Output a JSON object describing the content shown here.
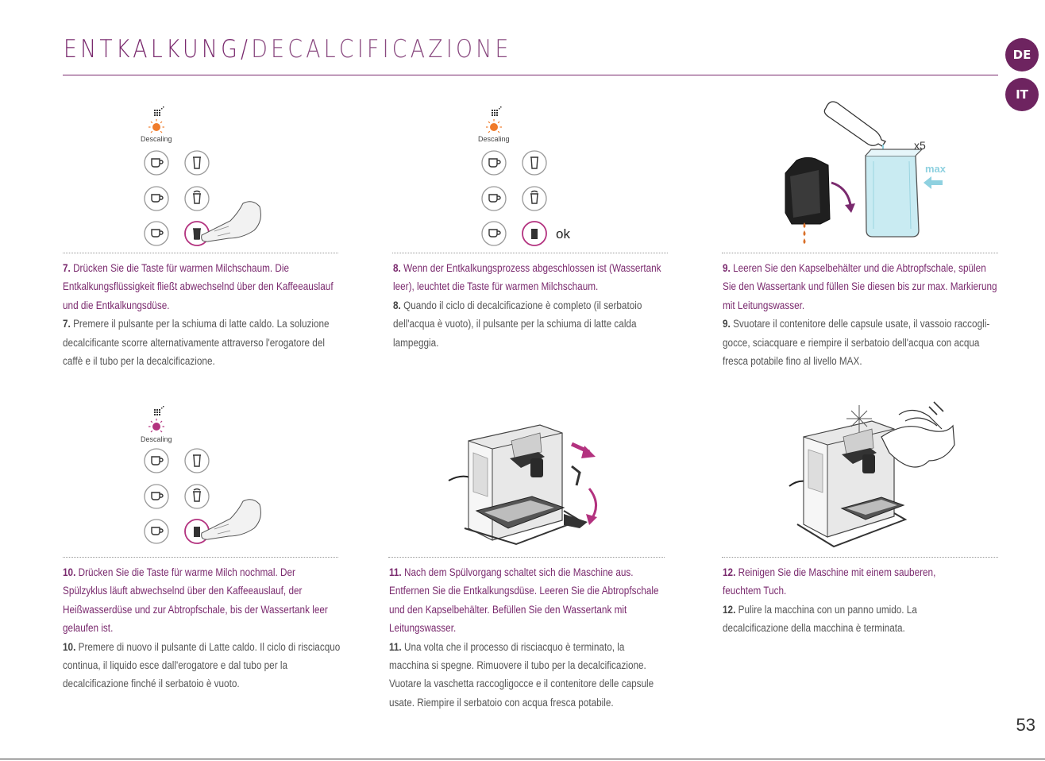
{
  "header": {
    "title_de": "ENTKALKUNG/",
    "title_it": "DECALCIFICAZIONE"
  },
  "lang_tabs": [
    "DE",
    "IT"
  ],
  "page_number": "53",
  "colors": {
    "brand": "#7a2a6e",
    "orange": "#f07b2a",
    "magenta": "#b3327f",
    "water": "#c9ebf2"
  },
  "control_panel": {
    "label": "Descaling",
    "ok_label": "ok"
  },
  "tank": {
    "repeat": "x5",
    "max": "max"
  },
  "steps": [
    {
      "num_de": "7.",
      "text_de": "Drücken Sie die Taste für warmen Milchschaum. Die Entkalkungsflüssigkeit fließt abwechselnd über den Kaffeeauslauf und die Entkalkungsdüse.",
      "num_it": "7.",
      "text_it": "Premere il pulsante per la schiuma di latte caldo. La soluzione decalcificante scorre alternativamente attraverso l'erogatore del caffè e il tubo per la decalcificazione."
    },
    {
      "num_de": "8.",
      "text_de": "Wenn der Entkalkungsprozess abgeschlossen ist (Wassertank leer), leuchtet die Taste für warmen Milchschaum.",
      "num_it": "8.",
      "text_it": "Quando il ciclo di decalcificazione è completo (il serbatoio dell'acqua è vuoto), il pulsante per la schiuma di latte calda lampeggia."
    },
    {
      "num_de": "9.",
      "text_de": "Leeren Sie den Kapselbehälter und die Abtropfschale, spülen Sie den Wassertank und füllen Sie diesen bis zur max. Markierung mit Leitungswasser.",
      "num_it": "9.",
      "text_it": "Svuotare il contenitore delle capsule usate, il vassoio raccogli-gocce, sciacquare e riempire il serbatoio dell'acqua con acqua fresca potabile fino al livello MAX."
    },
    {
      "num_de": "10.",
      "text_de": "Drücken Sie die Taste für warme Milch nochmal. Der Spülzyklus läuft abwechselnd über den Kaffeeauslauf, der Heißwasserdüse und zur Abtropfschale, bis der Wassertank leer gelaufen ist.",
      "num_it": "10.",
      "text_it": "Premere di nuovo il pulsante di Latte caldo. Il ciclo di risciacquo continua, il liquido esce dall'erogatore e dal tubo per la decalcificazione finché il serbatoio è vuoto."
    },
    {
      "num_de": "11.",
      "text_de": "Nach dem Spülvorgang schaltet sich die Maschine aus. Entfernen Sie die Entkalkungsdüse. Leeren Sie die Abtropfschale und den Kapselbehälter. Befüllen Sie den Wassertank mit Leitungswasser.",
      "num_it": "11.",
      "text_it": "Una volta che il processo di risciacquo è terminato, la macchina si spegne. Rimuovere il tubo per la decalcificazione. Vuotare la vaschetta raccogligocce e il contenitore delle capsule usate. Riempire il serbatoio con acqua fresca potabile."
    },
    {
      "num_de": "12.",
      "text_de": "Reinigen Sie die Maschine mit einem sauberen, feuchtem Tuch.",
      "num_it": "12.",
      "text_it": "Pulire la macchina con un panno umido. La decalcificazione della macchina è terminata."
    }
  ]
}
